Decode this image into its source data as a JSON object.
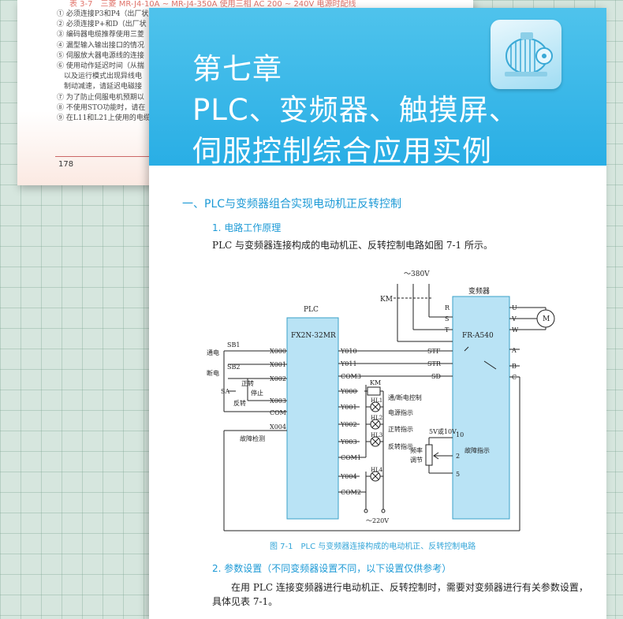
{
  "back_page": {
    "title": "表 3-7　三菱 MR-J4-10A ~ MR-J4-350A 使用三相 AC 200 ~ 240V 电源时配线",
    "notes": [
      "① 必须连接P3和P4（出厂状",
      "② 必须连接P+和D（出厂状",
      "③ 编码器电缆推荐使用三菱",
      "④ 漏型输入输出接口的情况",
      "⑤ 伺服放大器电源线的连接",
      "⑥ 使用动作延迟时间（从揣",
      "　以及运行模式出现异线电",
      "　制动减速，请延迟电磁接",
      "⑦ 为了防止伺服电机预期以",
      "⑧ 不使用STO功能时，请在",
      "⑨ 在L11和L21上使用的电缆"
    ],
    "page_number": "178"
  },
  "front_page": {
    "chapter_lines": [
      "第七章",
      "PLC、变频器、触摸屏、",
      "伺服控制综合应用实例"
    ],
    "section_title": "一、PLC与变频器组合实现电动机正反转控制",
    "subsection1": "1. 电路工作原理",
    "paragraph1": "PLC 与变频器连接构成的电动机正、反转控制电路如图 7-1 所示。",
    "figure_caption": "图 7-1　PLC 与变频器连接构成的电动机正、反转控制电路",
    "subsection2": "2. 参数设置（不同变频器设置不同，以下设置仅供参考）",
    "paragraph2_lines": [
      "　　在用 PLC 连接变频器进行电动机正、反转控制时，需要对变频器进行有关参数设置，",
      "具体见表 7-1。"
    ]
  },
  "diagram": {
    "plc_label": "PLC",
    "plc_model": "FX2N-32MR",
    "vfd_label": "变频器",
    "vfd_model": "FR-A540",
    "supply_380": "～380V",
    "supply_220": "～220V",
    "km": "KM",
    "motor": "M",
    "inputs": {
      "sb1": "SB1",
      "tong_dian": "通电",
      "x000": "X000",
      "sb2": "SB2",
      "duan_dian": "断电",
      "x001": "X001",
      "zheng_zhuan": "正转",
      "x002": "X002",
      "sa": "SA",
      "ting_zhi": "停止",
      "fan_zhuan": "反转",
      "x003": "X003",
      "com": "COM",
      "x004": "X004",
      "gu_zhang_jian_ce": "故障检测"
    },
    "plc_out": [
      "Y010",
      "Y011",
      "COM3",
      "Y000",
      "Y001",
      "Y002",
      "Y003",
      "COM1",
      "Y004",
      "COM2"
    ],
    "vfd_in": [
      "STF",
      "STR",
      "SD"
    ],
    "vfd_power": [
      "R",
      "S",
      "T"
    ],
    "vfd_motor": [
      "U",
      "V",
      "W"
    ],
    "vfd_relay": [
      "A",
      "B",
      "C"
    ],
    "vfd_analog": [
      "10",
      "2",
      "5"
    ],
    "analog_note": "5V或10V",
    "pot_label_1": "频率",
    "pot_label_2": "调节",
    "fault_indicator": "故障指示",
    "lamps": [
      {
        "name": "KM",
        "desc": "通/断电控制"
      },
      {
        "name": "HL1",
        "desc": "电源指示"
      },
      {
        "name": "HL2",
        "desc": "正转指示"
      },
      {
        "name": "HL3",
        "desc": "反转指示"
      },
      {
        "name": "HL4",
        "desc": ""
      }
    ]
  },
  "colors": {
    "banner": "#29aee5",
    "accent_text": "#1d9ad6",
    "plc_box": "#b9e3f5",
    "back_title": "#e0736a"
  }
}
